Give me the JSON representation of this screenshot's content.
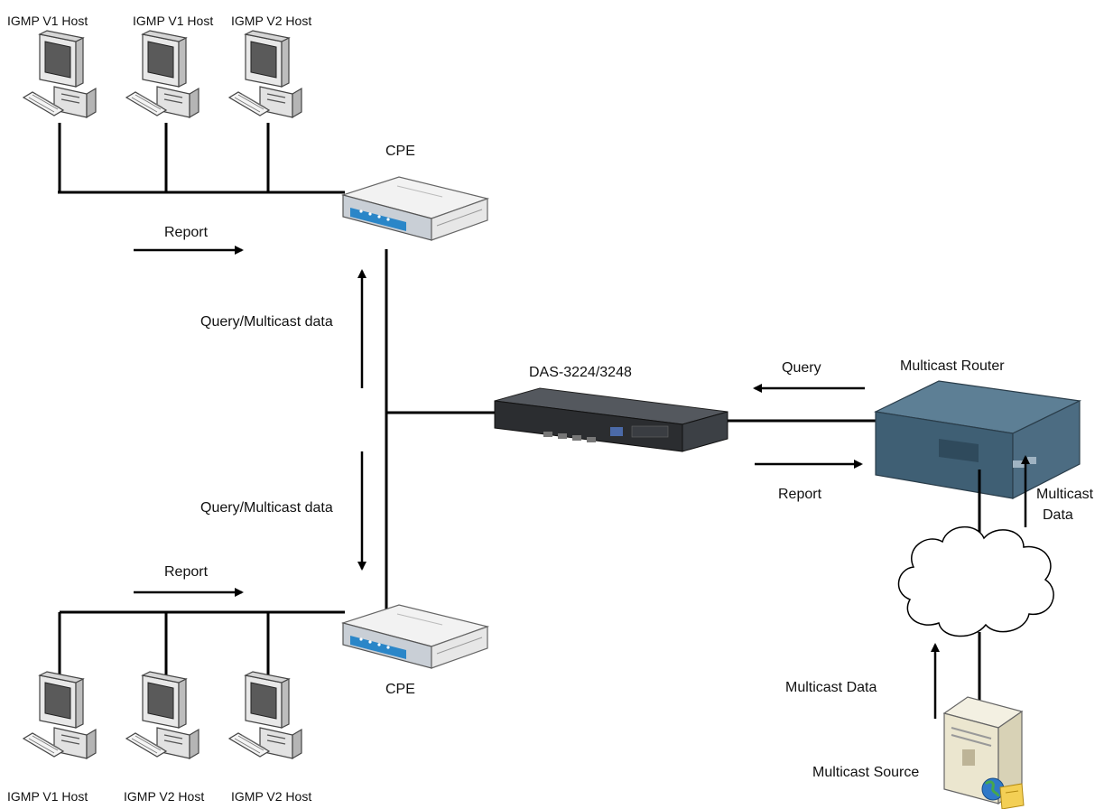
{
  "hosts_top": [
    {
      "label": "IGMP V1 Host"
    },
    {
      "label": "IGMP V1 Host"
    },
    {
      "label": "IGMP V2 Host"
    }
  ],
  "hosts_bottom": [
    {
      "label": "IGMP V1 Host"
    },
    {
      "label": "IGMP V2 Host"
    },
    {
      "label": "IGMP V2 Host"
    }
  ],
  "devices": {
    "cpe_top": "CPE",
    "cpe_bottom": "CPE",
    "das": "DAS-3224/3248",
    "router": "Multicast Router",
    "source": "Multicast Source"
  },
  "messages": {
    "report_top": "Report",
    "report_bottom": "Report",
    "query_mc_top": "Query/Multicast data",
    "query_mc_bottom": "Query/Multicast data",
    "query_right": "Query",
    "report_right": "Report",
    "mc_data_router_line1": "Multicast",
    "mc_data_router_line2": "Data",
    "mc_data_source": "Multicast Data"
  },
  "colors": {
    "line": "#000000",
    "router_body": "#3f5f74",
    "cpe_accent": "#2a86c8",
    "das_body": "#2b2d30"
  }
}
